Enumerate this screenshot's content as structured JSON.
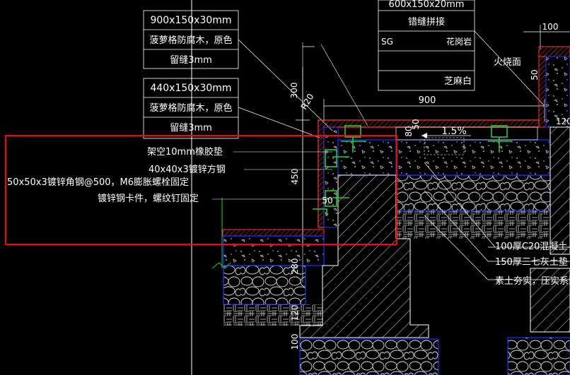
{
  "colors": {
    "background": "#000000",
    "line": "#ffffff",
    "blue": "#2233ff",
    "red": "#ff2222",
    "green": "#22cc33",
    "selection": "#ff0000"
  },
  "annotations": {
    "box_a": {
      "line1": "900x150x30mm",
      "line2": "菠萝格防腐木，原色",
      "line3": "留缝3mm"
    },
    "box_b": {
      "line1": "440x150x30mm",
      "line2": "菠萝格防腐木，原色",
      "line3": "留缝3mm"
    },
    "box_c": {
      "line1": "600x150x20mm",
      "line2": "错缝拼接",
      "line3_left": "SG",
      "line3_right": "花岗岩",
      "line4": "芝麻白"
    },
    "fire": "火烧面",
    "selected": {
      "l1": "架空10mm橡胶垫",
      "l2": "40x40x3镀锌方钢",
      "l3": "50x50x3镀锌角钢@500，M6膨胀螺栓固定",
      "l4": "镀锌钢卡件，螺纹钉固定"
    },
    "layers": {
      "l1": "100厚C20混凝土",
      "l2": "150厚三七灰土垫",
      "l3": "素土夯实，压实系数"
    }
  },
  "dimensions": {
    "d300": "300",
    "r20": "R20",
    "d900": "900",
    "d100": "100",
    "d120": "120",
    "d50a": "50",
    "d80": "80",
    "d50b": "50",
    "slope": "1.5%",
    "d450": "450",
    "d50c": "50",
    "d280": "280",
    "d120b": "120",
    "d100b": "100"
  }
}
